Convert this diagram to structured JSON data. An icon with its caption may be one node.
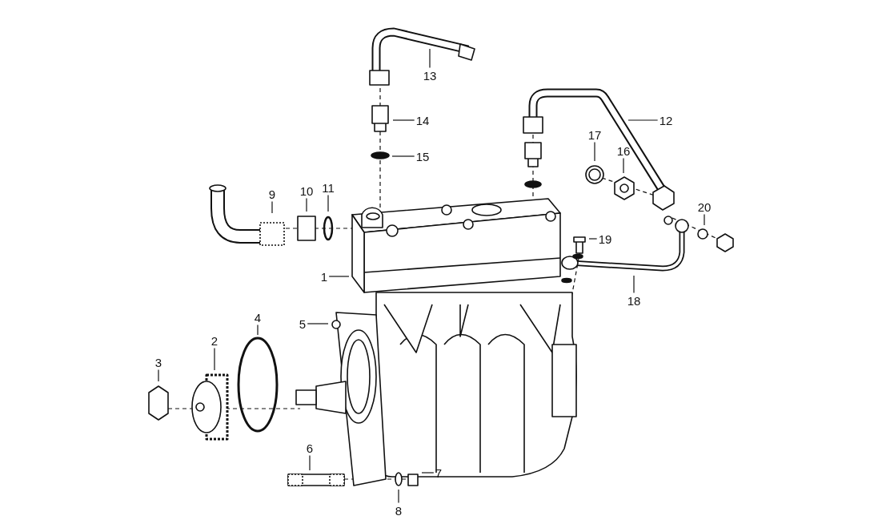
{
  "diagram": {
    "nodes": [
      {
        "text": [
          "13"
        ]
      },
      {
        "text": [
          "12"
        ]
      },
      {
        "text": [
          "14"
        ]
      },
      {
        "text": [
          "17"
        ]
      },
      {
        "text": [
          "16"
        ]
      },
      {
        "text": [
          "15"
        ]
      },
      {
        "text": [
          "9"
        ]
      },
      {
        "text": [
          "10"
        ]
      },
      {
        "text": [
          "11"
        ]
      },
      {
        "text": [
          "20"
        ]
      },
      {
        "text": [
          "19"
        ]
      },
      {
        "text": [
          "1"
        ]
      },
      {
        "text": [
          "18"
        ]
      },
      {
        "text": [
          "5"
        ]
      },
      {
        "text": [
          "4"
        ]
      },
      {
        "text": [
          "2"
        ]
      },
      {
        "text": [
          "3"
        ]
      },
      {
        "text": [
          "6"
        ]
      },
      {
        "text": [
          "7"
        ]
      },
      {
        "text": [
          "8"
        ]
      }
    ],
    "edges": [
      {
        "from": 0,
        "to": null,
        "arrow": "none"
      },
      {
        "from": 1,
        "to": null,
        "arrow": "none"
      },
      {
        "from": 2,
        "to": null,
        "arrow": "none"
      },
      {
        "from": 3,
        "to": null,
        "arrow": "none"
      },
      {
        "from": 4,
        "to": null,
        "arrow": "none"
      },
      {
        "from": 5,
        "to": null,
        "arrow": "none"
      },
      {
        "from": 6,
        "to": null,
        "arrow": "none"
      },
      {
        "from": 7,
        "to": null,
        "arrow": "none"
      },
      {
        "from": 8,
        "to": null,
        "arrow": "none"
      },
      {
        "from": 9,
        "to": null,
        "arrow": "none"
      },
      {
        "from": 10,
        "to": null,
        "arrow": "none"
      },
      {
        "from": 11,
        "to": null,
        "arrow": "none"
      },
      {
        "from": 12,
        "to": null,
        "arrow": "none"
      },
      {
        "from": 13,
        "to": null,
        "arrow": "none"
      },
      {
        "from": 14,
        "to": null,
        "arrow": "none"
      },
      {
        "from": 15,
        "to": null,
        "arrow": "none"
      },
      {
        "from": 16,
        "to": null,
        "arrow": "none"
      },
      {
        "from": 17,
        "to": null,
        "arrow": "none"
      },
      {
        "from": 18,
        "to": null,
        "arrow": "none"
      },
      {
        "from": 19,
        "to": null,
        "arrow": "none"
      }
    ]
  }
}
